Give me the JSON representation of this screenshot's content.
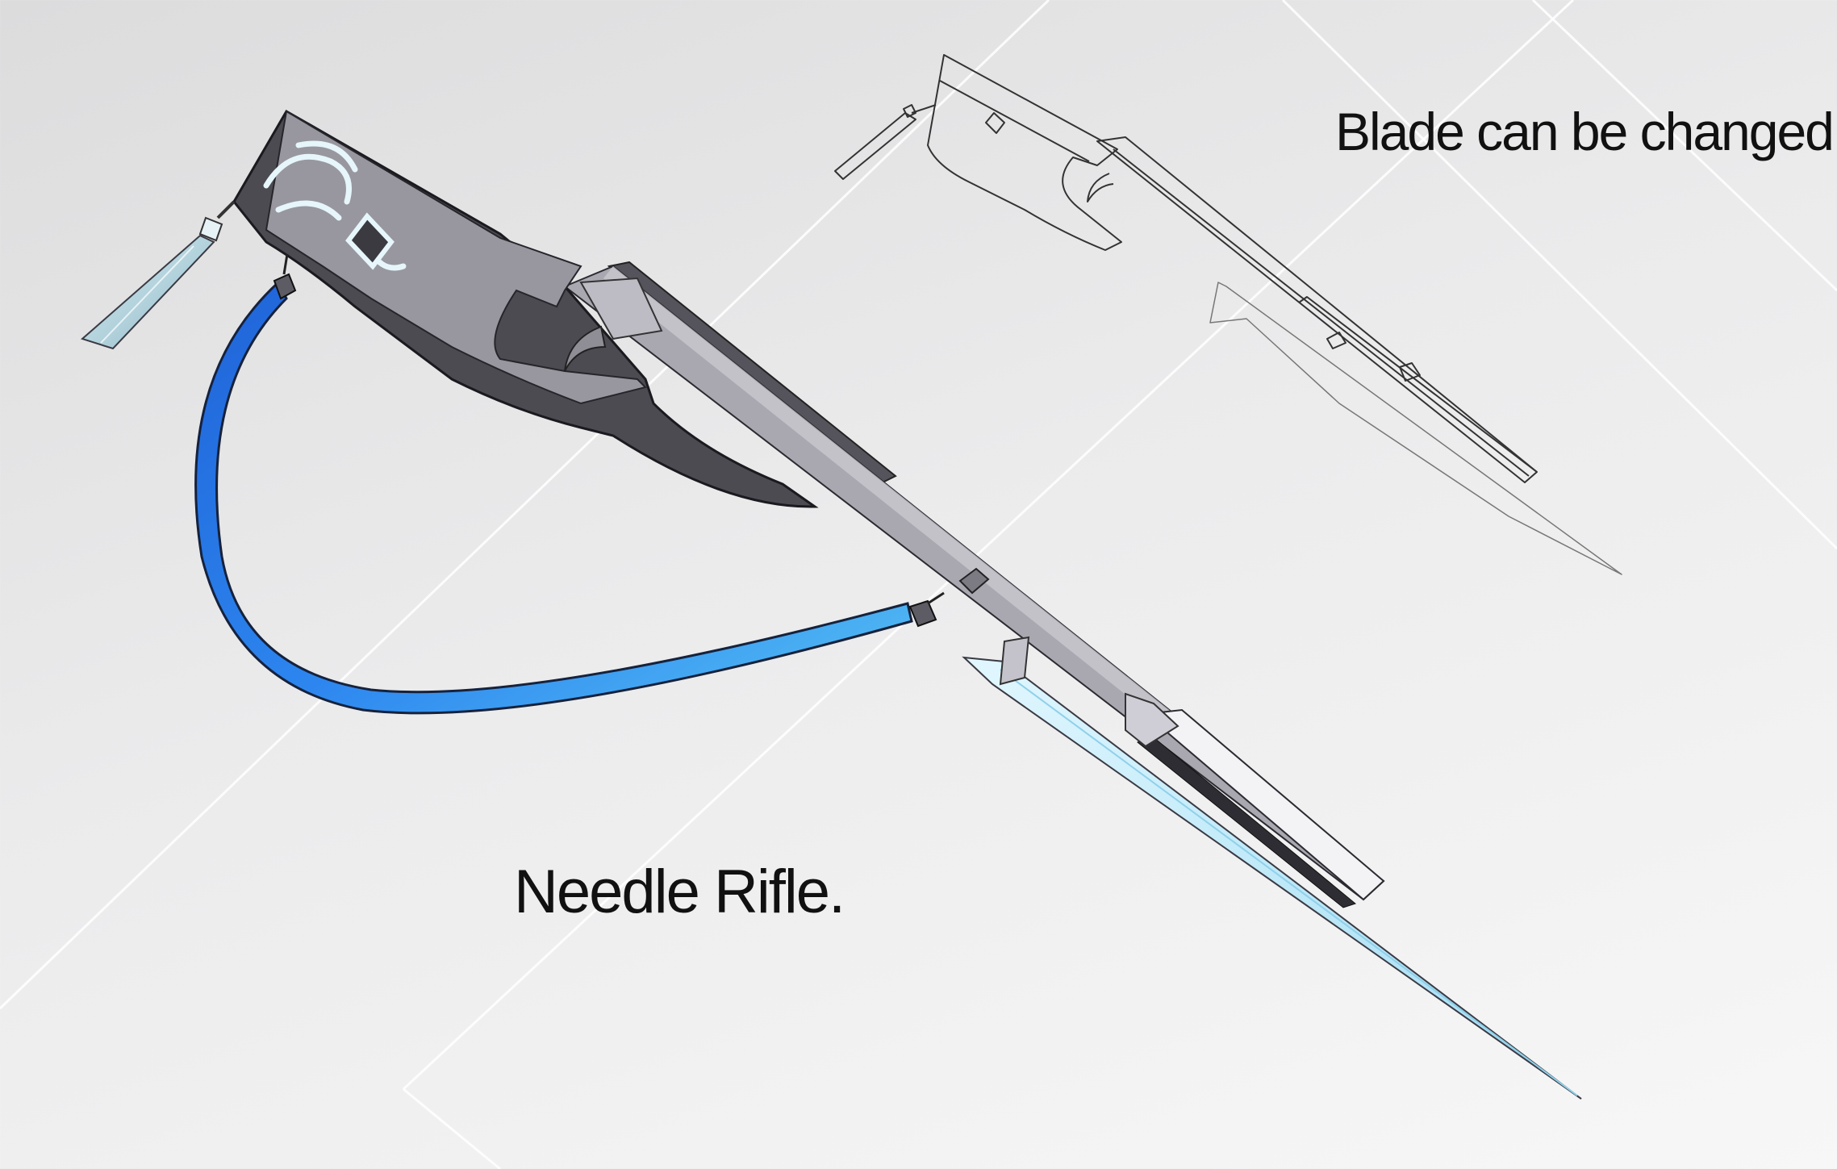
{
  "annotations": {
    "top_right": "Blade can be changed.",
    "bottom_left": "Needle Rifle."
  },
  "palette": {
    "background": "#e9e9ea",
    "stock_dark": "#4c4b52",
    "metal_grey": "#a9a8b1",
    "ice_blue": "#bfeaf8",
    "sling_blue": "#2f7ee8",
    "ink": "#111111"
  },
  "illustrations": {
    "colored": "needle-rifle-colored",
    "sketch": "needle-rifle-lineart"
  }
}
